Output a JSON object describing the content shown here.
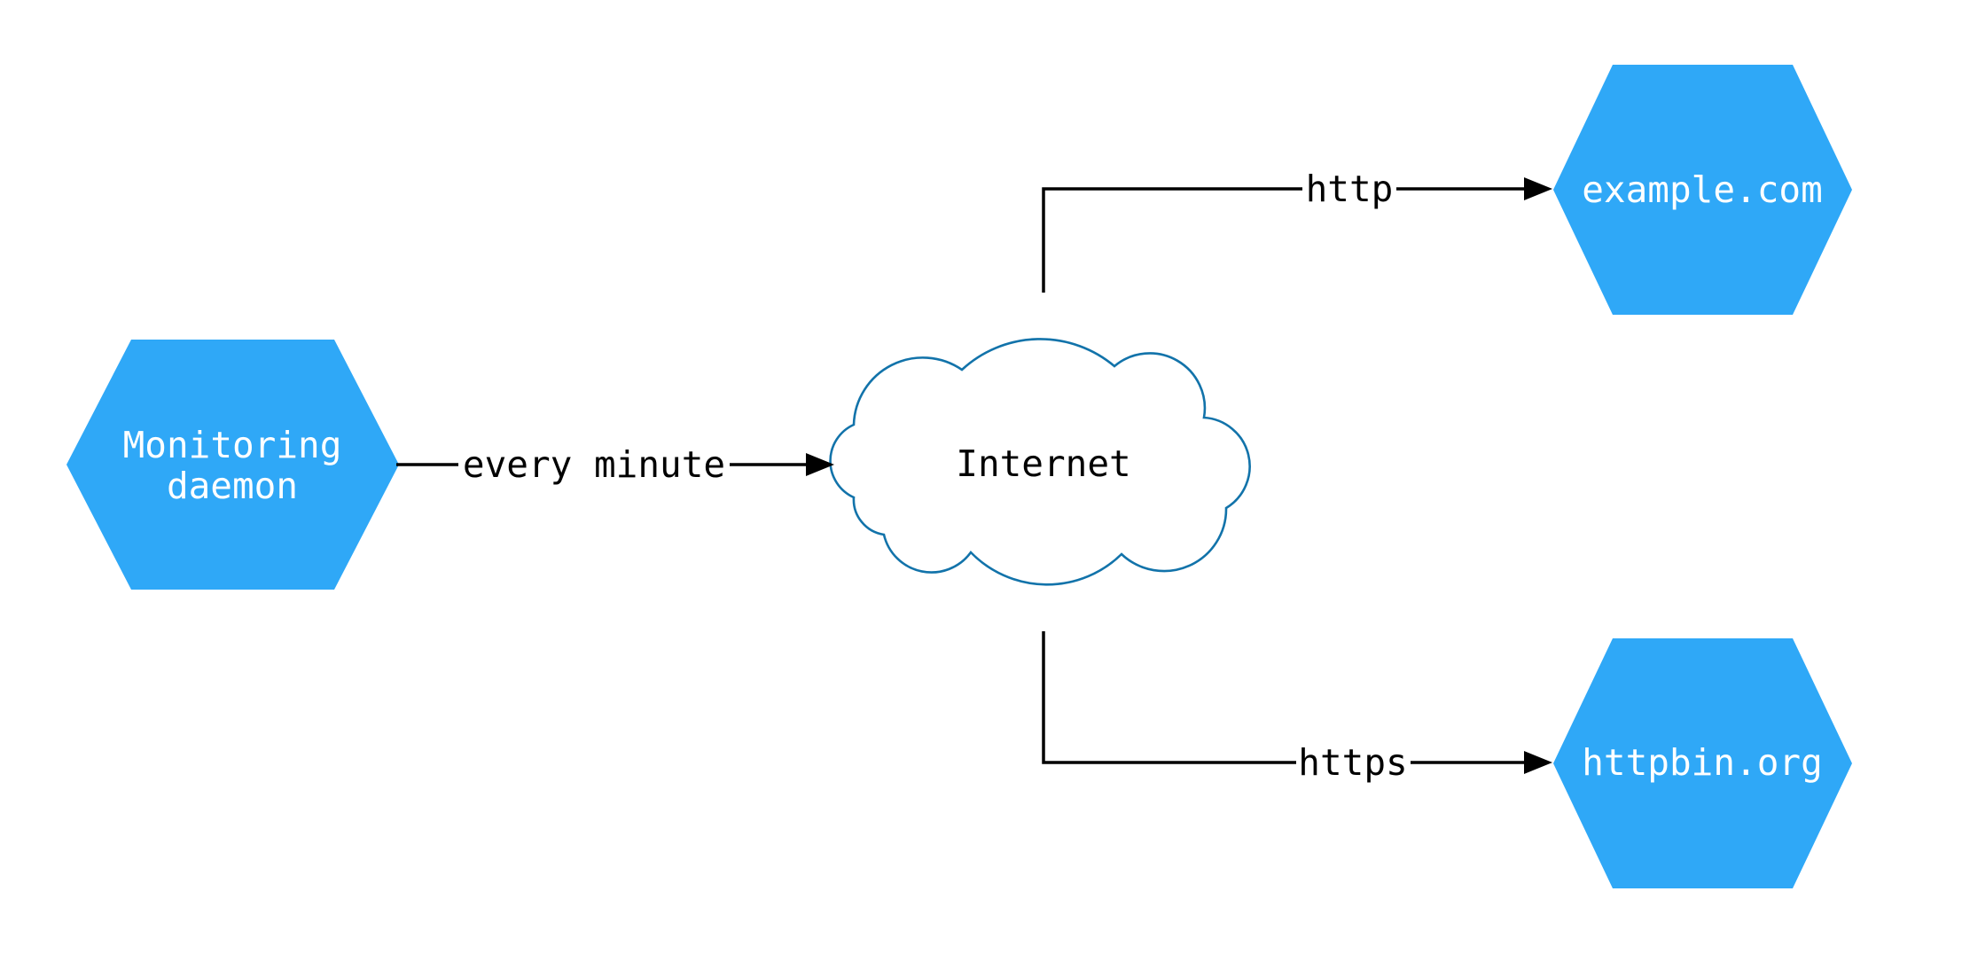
{
  "diagram": {
    "title": "monitoring network diagram",
    "nodes": [
      {
        "id": "monitoring-daemon",
        "shape": "hexagon",
        "label": "Monitoring\ndaemon"
      },
      {
        "id": "internet",
        "shape": "cloud",
        "label": "Internet"
      },
      {
        "id": "example-com",
        "shape": "hexagon",
        "label": "example.com"
      },
      {
        "id": "httpbin-org",
        "shape": "hexagon",
        "label": "httpbin.org"
      }
    ],
    "edges": [
      {
        "from": "monitoring-daemon",
        "to": "internet",
        "label": "every minute"
      },
      {
        "from": "internet",
        "to": "example-com",
        "label": "http"
      },
      {
        "from": "internet",
        "to": "httpbin-org",
        "label": "https"
      }
    ],
    "colors": {
      "node_fill": "#2fa8f7",
      "node_text": "#ffffff",
      "cloud_stroke": "#1273aa",
      "cloud_fill": "#ffffff",
      "edge_color": "#000000",
      "background": "#ffffff"
    }
  }
}
